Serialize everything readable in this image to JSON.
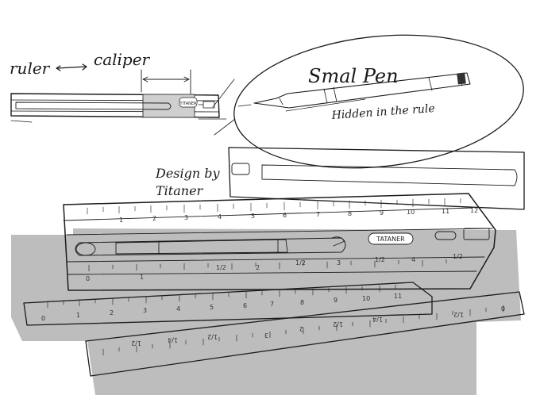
{
  "annotations": {
    "ruler_to_caliper": "ruler",
    "caliper": "caliper",
    "small_pen": "Smal Pen",
    "hidden_in_rule": "Hidden in the rule",
    "design_by": "Design by",
    "designer": "Titaner"
  },
  "brand": {
    "engraving": "TATANER",
    "top_badge": "TITANER"
  },
  "main_ruler": {
    "top_scale": [
      "1",
      "2",
      "3",
      "4",
      "5",
      "6",
      "7",
      "8",
      "9",
      "10",
      "11",
      "12"
    ],
    "bottom_scale": [
      "0",
      "1",
      "1/2",
      "2",
      "1/2",
      "3",
      "1/2",
      "4",
      "1/2"
    ]
  },
  "loose_ruler_1": {
    "scale": [
      "0",
      "1",
      "2",
      "3",
      "4",
      "5",
      "6",
      "7",
      "8",
      "9",
      "10",
      "11"
    ]
  },
  "loose_ruler_2": {
    "scale": [
      "1/2",
      "1/4",
      "1/2",
      "3",
      "2",
      "1/2",
      "1/4",
      "1/2",
      "0"
    ]
  },
  "colors": {
    "ink": "#1c1c1c",
    "shadow": "#bdbdbd",
    "body_fill": "#ffffff"
  }
}
